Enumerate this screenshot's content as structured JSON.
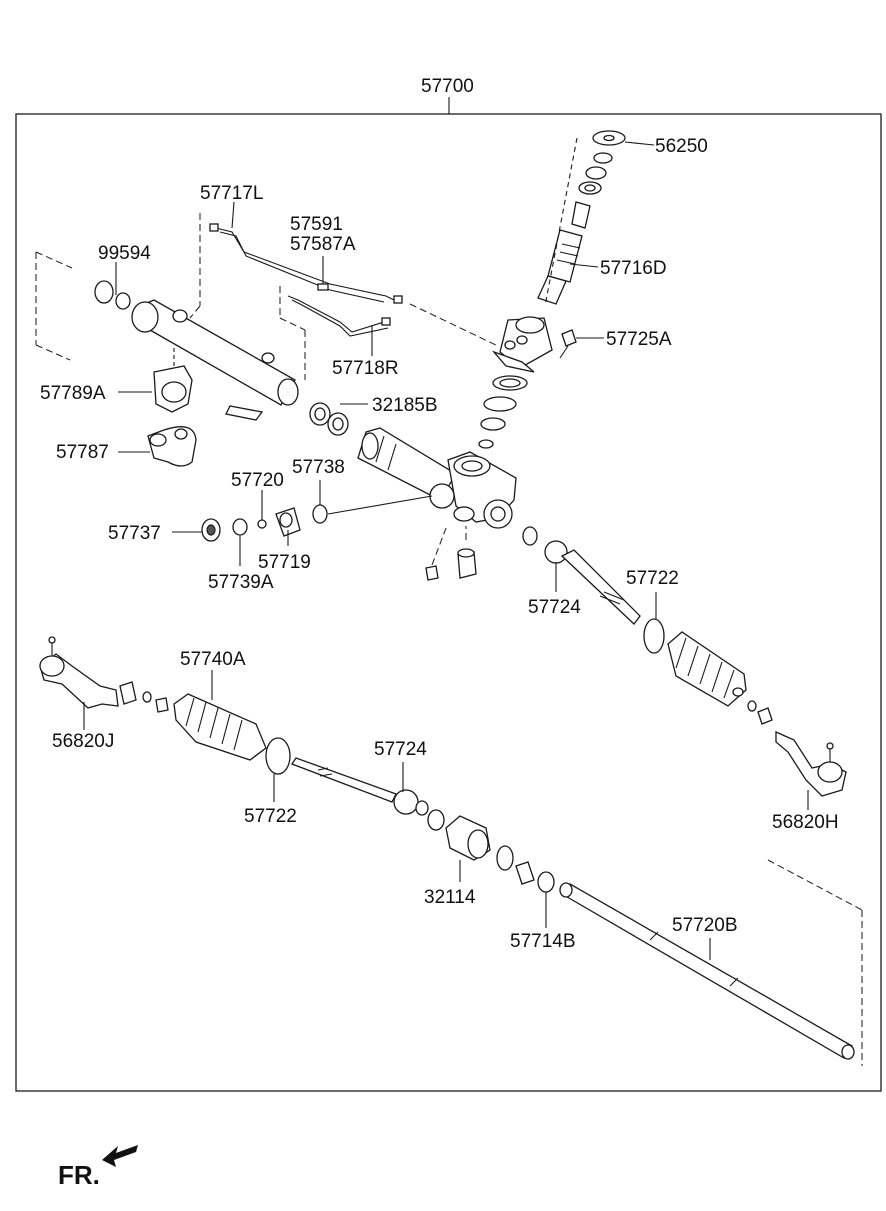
{
  "assembly_label": "57700",
  "direction_label": "FR.",
  "parts": {
    "p56250": "56250",
    "p57716D": "57716D",
    "p57717L": "57717L",
    "p57591": "57591",
    "p57587A": "57587A",
    "p99594": "99594",
    "p57725A": "57725A",
    "p57718R": "57718R",
    "p57789A": "57789A",
    "p32185B": "32185B",
    "p57787": "57787",
    "p57720": "57720",
    "p57738": "57738",
    "p57737": "57737",
    "p57719": "57719",
    "p57739A": "57739A",
    "p57722_right": "57722",
    "p57724_right": "57724",
    "p57740A": "57740A",
    "p56820J": "56820J",
    "p57724_left": "57724",
    "p57722_left": "57722",
    "p56820H": "56820H",
    "p32114": "32114",
    "p57714B": "57714B",
    "p57720B": "57720B"
  }
}
